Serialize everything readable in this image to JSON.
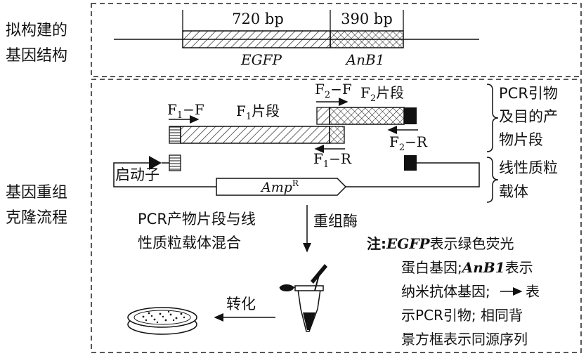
{
  "row1": {
    "label_line1": "拟构建的",
    "label_line2": "基因结构",
    "len_egfp": "720 bp",
    "len_anb1": "390 bp",
    "name_egfp": "EGFP",
    "name_anb1": "AnB1"
  },
  "row2": {
    "label_line1": "基因重组",
    "label_line2": "克隆流程",
    "primer_f1_f": "F",
    "primer_f1_f_sub": "1",
    "primer_f1_f_suffix": "−F",
    "frag_f1": "F",
    "frag_f1_sub": "1",
    "frag_f1_suffix": "片段",
    "primer_f2_f": "F",
    "primer_f2_f_sub": "2",
    "primer_f2_f_suffix": "−F",
    "frag_f2": "F",
    "frag_f2_sub": "2",
    "frag_f2_suffix": "片段",
    "primer_f2_r": "F",
    "primer_f2_r_sub": "2",
    "primer_f2_r_suffix": "−R",
    "primer_f1_r": "F",
    "primer_f1_r_sub": "1",
    "primer_f1_r_suffix": "−R",
    "brace1_line1": "PCR引物",
    "brace1_line2": "及目的产",
    "brace1_line3": "物片段",
    "brace2_line1": "线性质粒",
    "brace2_line2": "载体",
    "promoter": "启动子",
    "ampr": "Amp",
    "ampr_sup": "R",
    "mix_line1": "PCR产物片段与线",
    "mix_line2": "性质粒载体混合",
    "enzyme": "重组酶",
    "transform": "转化"
  },
  "note": {
    "prefix": "注:",
    "line1_italic": "EGFP",
    "line1_rest": "表示绿色荧光",
    "line2_a": "蛋白基因;",
    "line2_italic": "AnB1",
    "line2_b": "表示",
    "line3_a": "纳米抗体基因;",
    "line3_b": "表",
    "line4": "示PCR引物; 相同背",
    "line5": "景方框表示同源序列"
  }
}
